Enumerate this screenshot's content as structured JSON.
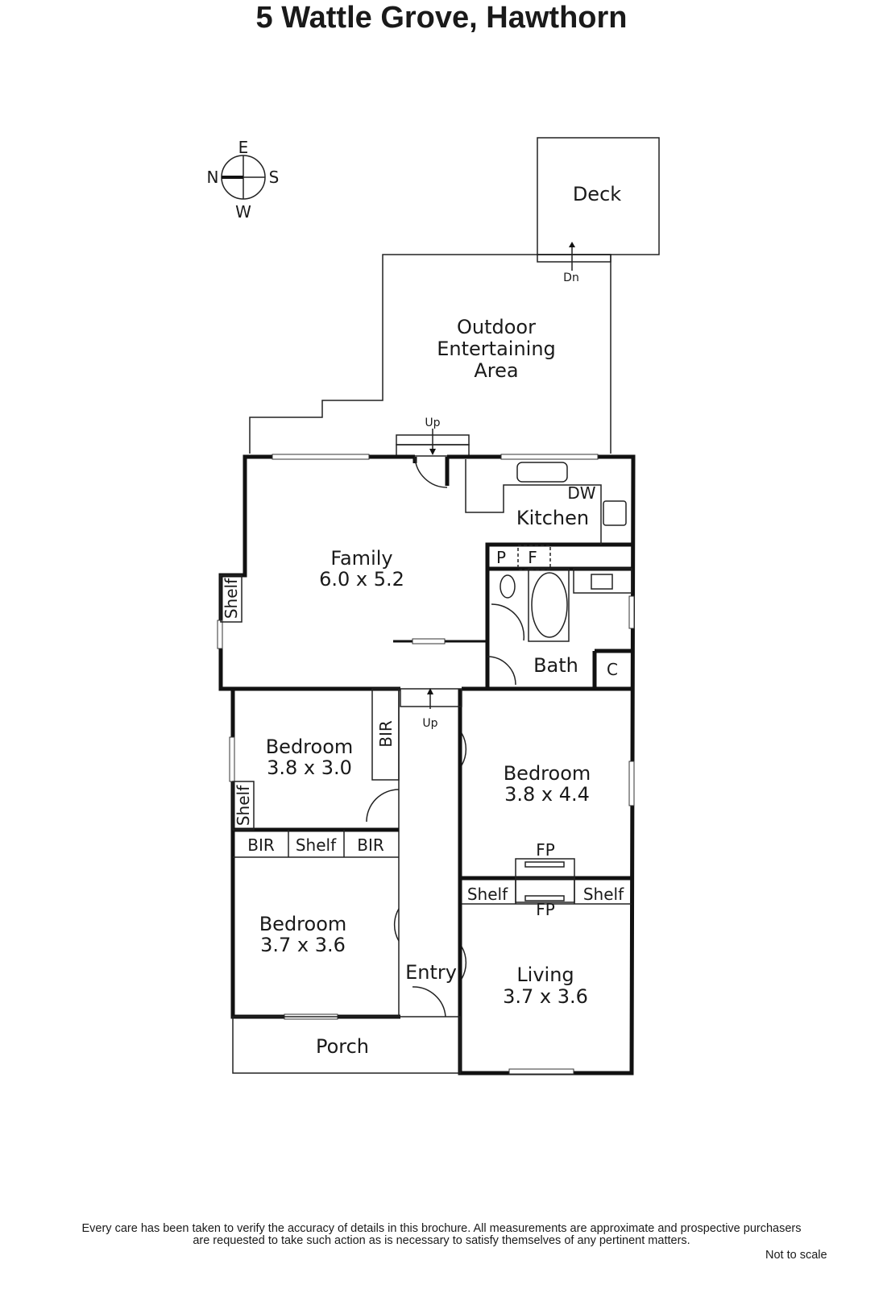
{
  "title": "5 Wattle Grove, Hawthorn",
  "compass": {
    "n": "N",
    "e": "E",
    "s": "S",
    "w": "W"
  },
  "rooms": {
    "deck": "Deck",
    "dn": "Dn",
    "outdoor": [
      "Outdoor",
      "Entertaining",
      "Area"
    ],
    "up_top": "Up",
    "kitchen": "Kitchen",
    "dw": "DW",
    "pantry": "P",
    "fridge": "F",
    "family": {
      "name": "Family",
      "dims": "6.0 x 5.2"
    },
    "shelf": "Shelf",
    "bath": "Bath",
    "cupboard": "C",
    "up_hall": "Up",
    "bir": "BIR",
    "bedroom1": {
      "name": "Bedroom",
      "dims": "3.8 x 3.0"
    },
    "bedroom2": {
      "name": "Bedroom",
      "dims": "3.8 x 4.4"
    },
    "bedroom3": {
      "name": "Bedroom",
      "dims": "3.7 x 3.6"
    },
    "fp": "FP",
    "entry": "Entry",
    "living": {
      "name": "Living",
      "dims": "3.7 x 3.6"
    },
    "porch": "Porch"
  },
  "disclaimer": [
    "Every care has been taken to verify the accuracy of details in this brochure.  All measurements are approximate and prospective purchasers",
    "are requested to take such action as is necessary to satisfy themselves of any pertinent matters."
  ],
  "not_to_scale": "Not to scale"
}
